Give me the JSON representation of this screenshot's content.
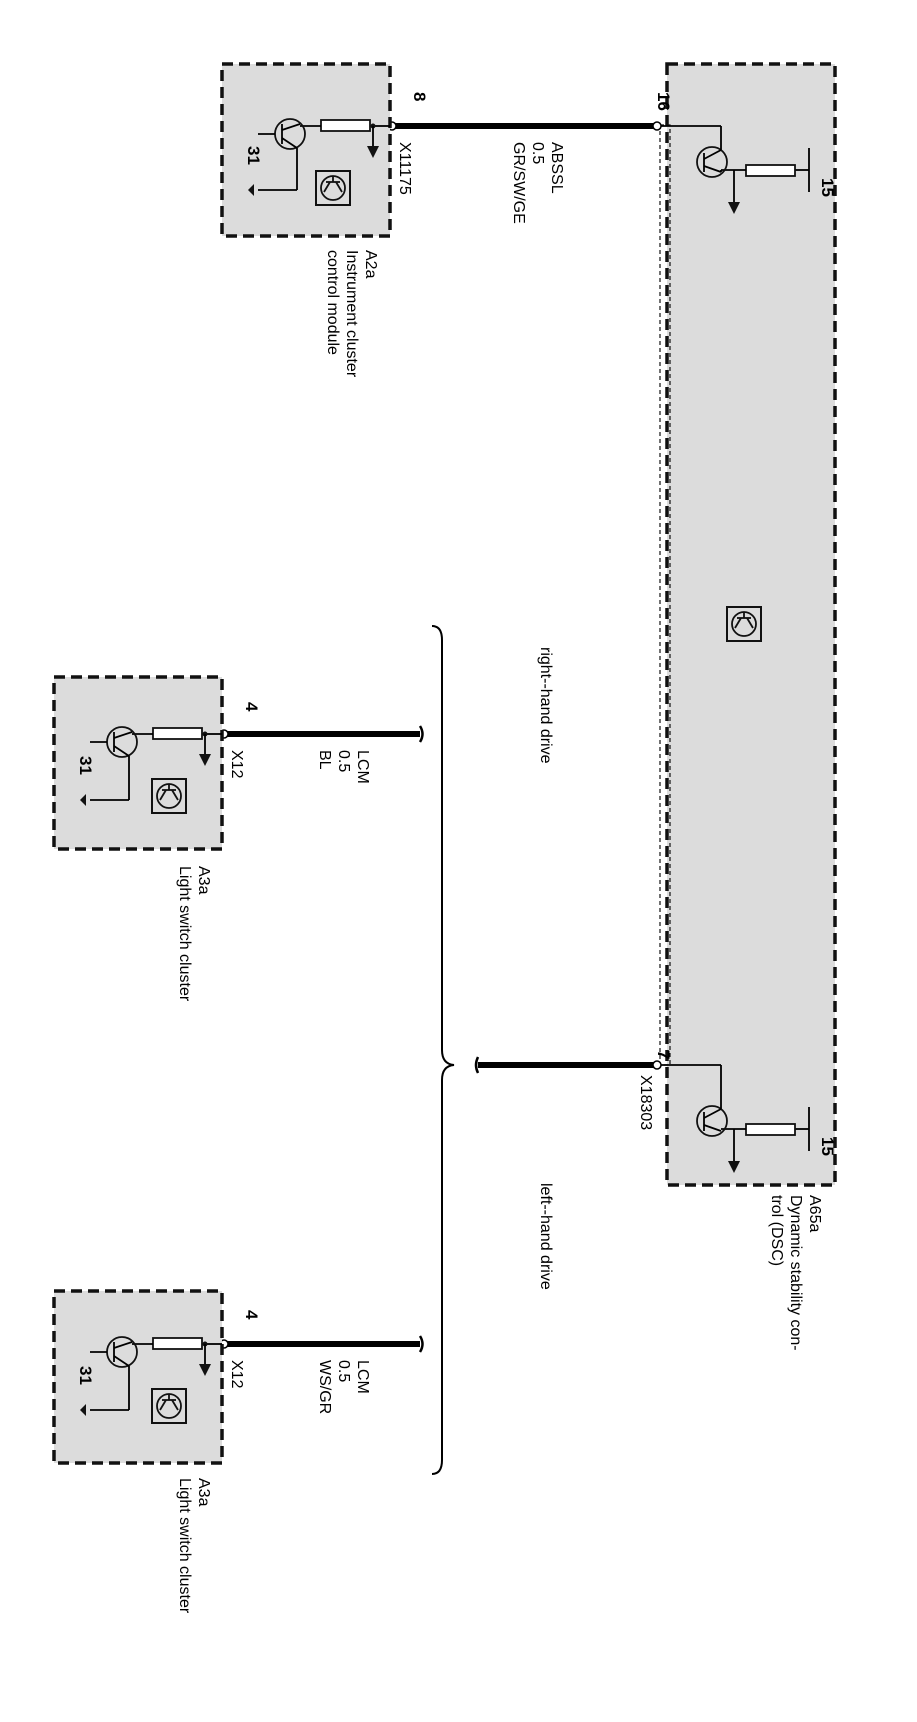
{
  "modules": {
    "dsc": {
      "code": "A65a",
      "name_line1": "Dynamic stability con-",
      "name_line2": "trol (DSC)",
      "pin_top": "16",
      "pin_bottom": "7",
      "connector": "X18303",
      "supply_top": "15",
      "supply_bottom": "15"
    },
    "instrument_cluster": {
      "code": "A2a",
      "name_line1": "Instrument cluster",
      "name_line2": "control module",
      "pin": "8",
      "connector": "X11175",
      "ground": "31"
    },
    "light_switch_rhd": {
      "code": "A3a",
      "name": "Light switch cluster",
      "pin": "4",
      "connector": "X12",
      "ground": "31"
    },
    "light_switch_lhd": {
      "code": "A3a",
      "name": "Light switch cluster",
      "pin": "4",
      "connector": "X12",
      "ground": "31"
    }
  },
  "wires": {
    "absssl": {
      "signal": "ABSSL",
      "gauge": "0.5",
      "color": "GR/SW/GE"
    },
    "lcm_rhd": {
      "signal": "LCM",
      "gauge": "0.5",
      "color": "BL"
    },
    "lcm_lhd": {
      "signal": "LCM",
      "gauge": "0.5",
      "color": "WS/GR"
    }
  },
  "variants": {
    "rhd": "right--hand drive",
    "lhd": "left--hand drive"
  },
  "colors": {
    "module_fill": "#dcdcdc",
    "line": "#000000"
  }
}
